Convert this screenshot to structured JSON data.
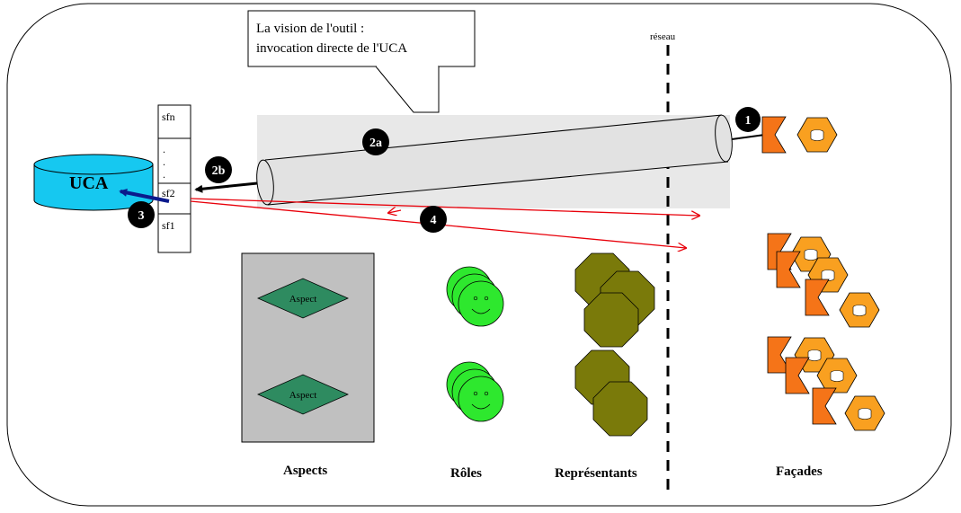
{
  "callout": {
    "line1": "La vision de l'outil :",
    "line2": "invocation directe de l'UCA"
  },
  "network_label": "réseau",
  "uca_label": "UCA",
  "stack": {
    "top": "sfn",
    "dots": [
      ".",
      ".",
      "."
    ],
    "sf2": "sf2",
    "sf1": "sf1"
  },
  "markers": [
    "1",
    "2a",
    "2b",
    "3",
    "4"
  ],
  "aspect_items": [
    "Aspect",
    "Aspect"
  ],
  "section_labels": {
    "aspects": "Aspects",
    "roles": "Rôles",
    "representants": "Représentants",
    "facades": "Façades"
  },
  "colors": {
    "uca_fill": "#16c8f0",
    "arrow_red": "#e8000a",
    "arrow_blue": "#0b1a8c",
    "aspect_panel": "#c0c0c0",
    "aspect_diamond": "#2e8b60",
    "role_face": "#2ee82e",
    "representant": "#7a7a0a",
    "facade_orange": "#f57418",
    "facade_light": "#f9a020"
  }
}
